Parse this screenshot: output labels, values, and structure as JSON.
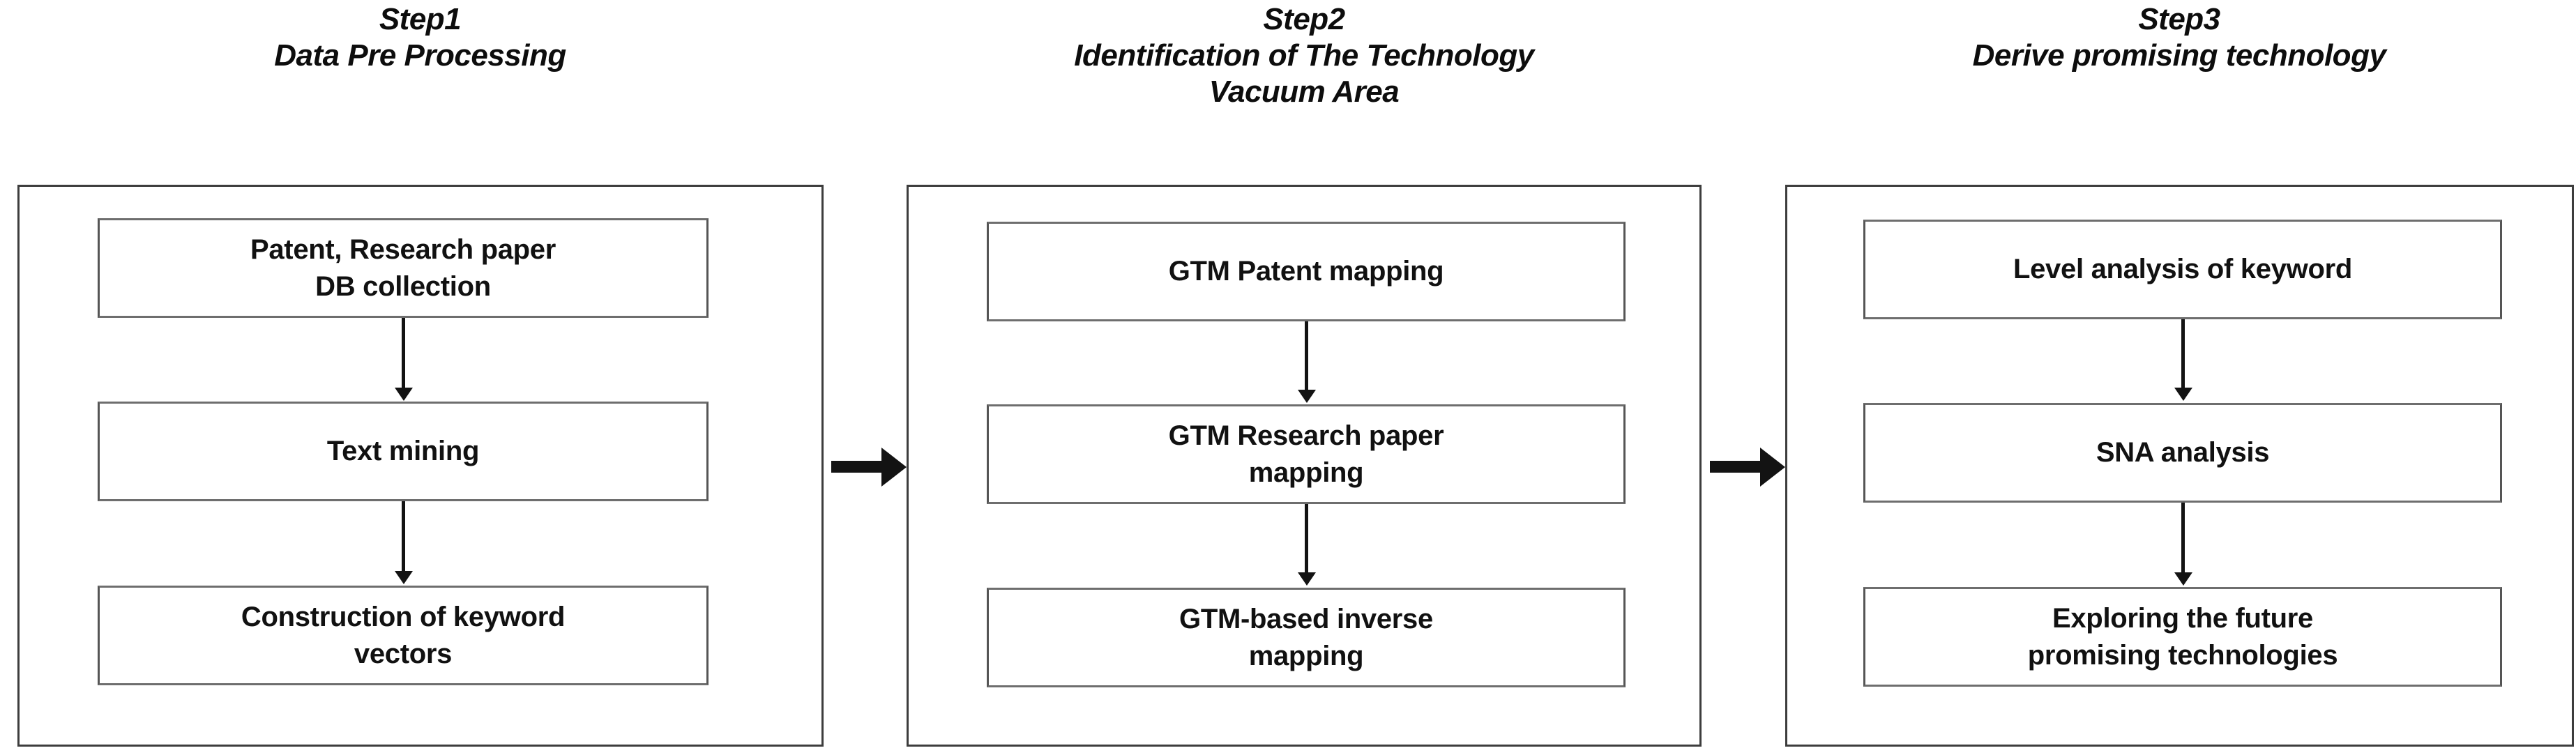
{
  "diagram": {
    "title": "Research methodology three-step flowchart",
    "steps": [
      {
        "number": "Step1",
        "title": "Data Pre Processing",
        "nodes": [
          {
            "lines": [
              "Patent, Research paper",
              "DB collection"
            ]
          },
          {
            "lines": [
              "Text mining"
            ]
          },
          {
            "lines": [
              "Construction of keyword",
              "vectors"
            ]
          }
        ]
      },
      {
        "number": "Step2",
        "title": "Identification of The Technology Vacuum Area",
        "title_line1": "Identification of The Technology",
        "title_line2": "Vacuum Area",
        "nodes": [
          {
            "lines": [
              "GTM Patent mapping"
            ]
          },
          {
            "lines": [
              "GTM Research paper",
              "mapping"
            ]
          },
          {
            "lines": [
              "GTM-based inverse",
              "mapping"
            ]
          }
        ]
      },
      {
        "number": "Step3",
        "title": "Derive promising technology",
        "nodes": [
          {
            "lines": [
              "Level analysis of keyword"
            ]
          },
          {
            "lines": [
              "SNA analysis"
            ]
          },
          {
            "lines": [
              "Exploring the future",
              "promising technologies"
            ]
          }
        ]
      }
    ],
    "connectors": {
      "between_steps": [
        "step1-to-step2",
        "step2-to-step3"
      ],
      "within_step": "downward-arrow"
    },
    "colors": {
      "text": "#111111",
      "node_border": "#555555",
      "container_border": "#3d3d3d",
      "arrow": "#131313",
      "background": "#ffffff"
    }
  }
}
